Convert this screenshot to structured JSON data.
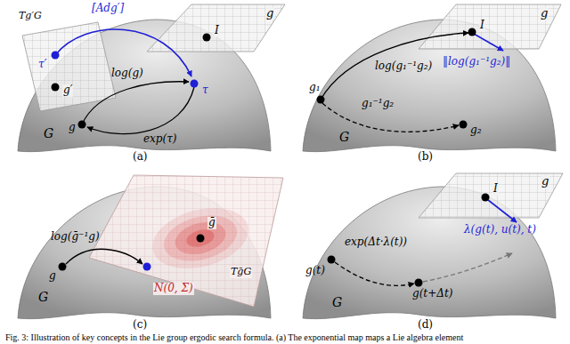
{
  "diagram": {
    "caption": "Fig. 3: Illustration of key concepts in the Lie group ergodic search formula. (a) The exponential map maps a Lie algebra element",
    "labels": [
      "(a)",
      "(b)",
      "(c)",
      "(d)",
      "g",
      "Tg′G",
      "[Adg′]",
      "τ′",
      "g′",
      "I",
      "τ",
      "log(g)",
      "g",
      "exp(τ)",
      "G",
      "g",
      "I",
      "‖log(g₁⁻¹g₂)‖",
      "log(g₁⁻¹g₂)",
      "g₁⁻¹g₂",
      "g₁",
      "g₂",
      "G",
      "log(ḡ⁻¹g)",
      "g",
      "ḡ",
      "N(0, Σ)",
      "TḡG",
      "G",
      "g",
      "I",
      "exp(Δt·λ(t))",
      "λ(g(t), u(t), t)",
      "g(t)",
      "g(t+Δt)",
      "G"
    ]
  }
}
